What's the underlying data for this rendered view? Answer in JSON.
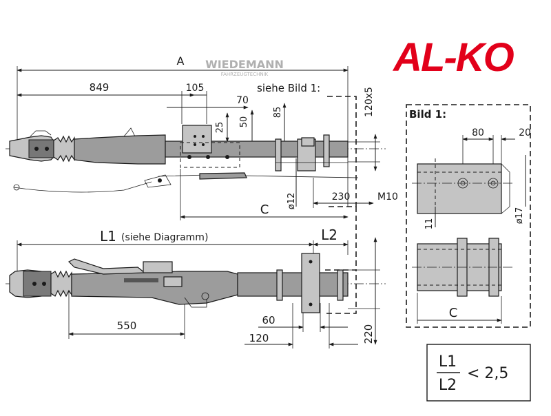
{
  "brand": {
    "logo_text": "AL-KO",
    "logo_color": "#e2001a",
    "watermark_text": "WIEDEMANN",
    "watermark_subtext": "FAHRZEUGTECHNIK"
  },
  "top_view": {
    "dim_A": "A",
    "dim_849": "849",
    "dim_105": "105",
    "note_see_fig": "siehe Bild 1:",
    "dim_70": "70",
    "dim_25": "25",
    "dim_50": "50",
    "dim_85": "85",
    "dim_120x5": "120x5",
    "dim_d12": "ø12",
    "dim_230": "230",
    "dim_M10": "M10",
    "dim_C": "C"
  },
  "side_view": {
    "dim_L1": "L1",
    "dim_L1_note": "(siehe Diagramm)",
    "dim_L2": "L2",
    "dim_550": "550",
    "dim_60": "60",
    "dim_120": "120",
    "dim_220": "220"
  },
  "detail": {
    "title": "Bild 1:",
    "dim_80": "80",
    "dim_20": "20",
    "dim_11": "11",
    "dim_d17": "ø17",
    "dim_C": "C"
  },
  "formula": {
    "numerator": "L1",
    "denominator": "L2",
    "relation": "< 2,5"
  }
}
